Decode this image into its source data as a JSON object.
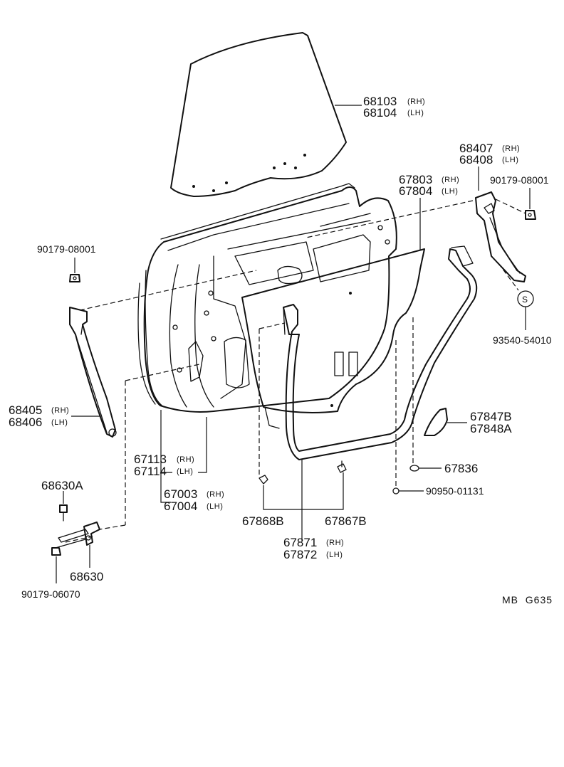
{
  "labels": {
    "glass_rh": {
      "number": "68103",
      "side": "(RH)"
    },
    "glass_lh": {
      "number": "68104",
      "side": "(LH)"
    },
    "rear_channel_rh": {
      "number": "68407",
      "side": "(RH)"
    },
    "rear_channel_lh": {
      "number": "68408",
      "side": "(LH)"
    },
    "bolt_upper_right": {
      "number": "90179-08001"
    },
    "service_hole_cover_rh": {
      "number": "67803",
      "side": "(RH)"
    },
    "service_hole_cover_lh": {
      "number": "67804",
      "side": "(LH)"
    },
    "bolt_upper_left": {
      "number": "90179-08001"
    },
    "screw_s": {
      "number": "93540-54010"
    },
    "front_channel_rh": {
      "number": "68405",
      "side": "(RH)"
    },
    "front_channel_lh": {
      "number": "68406",
      "side": "(LH)"
    },
    "pad_a": {
      "number": "67847B"
    },
    "pad_b": {
      "number": "67848A"
    },
    "panel_outer_rh": {
      "number": "67113",
      "side": "(RH)"
    },
    "panel_outer_lh": {
      "number": "67114",
      "side": "(LH)"
    },
    "clip_67836": {
      "number": "67836"
    },
    "bolt_68630a": {
      "number": "68630A"
    },
    "door_panel_rh": {
      "number": "67003",
      "side": "(RH)"
    },
    "door_panel_lh": {
      "number": "67004",
      "side": "(LH)"
    },
    "plug_90950": {
      "number": "90950-01131"
    },
    "clip_67868b": {
      "number": "67868B"
    },
    "clip_67867b": {
      "number": "67867B"
    },
    "weatherstrip_rh": {
      "number": "67871",
      "side": "(RH)"
    },
    "weatherstrip_lh": {
      "number": "67872",
      "side": "(LH)"
    },
    "check_68630": {
      "number": "68630"
    },
    "nut_90179_06070": {
      "number": "90179-06070"
    },
    "symbol_s": "S",
    "diagram_code": "MB  G635"
  }
}
